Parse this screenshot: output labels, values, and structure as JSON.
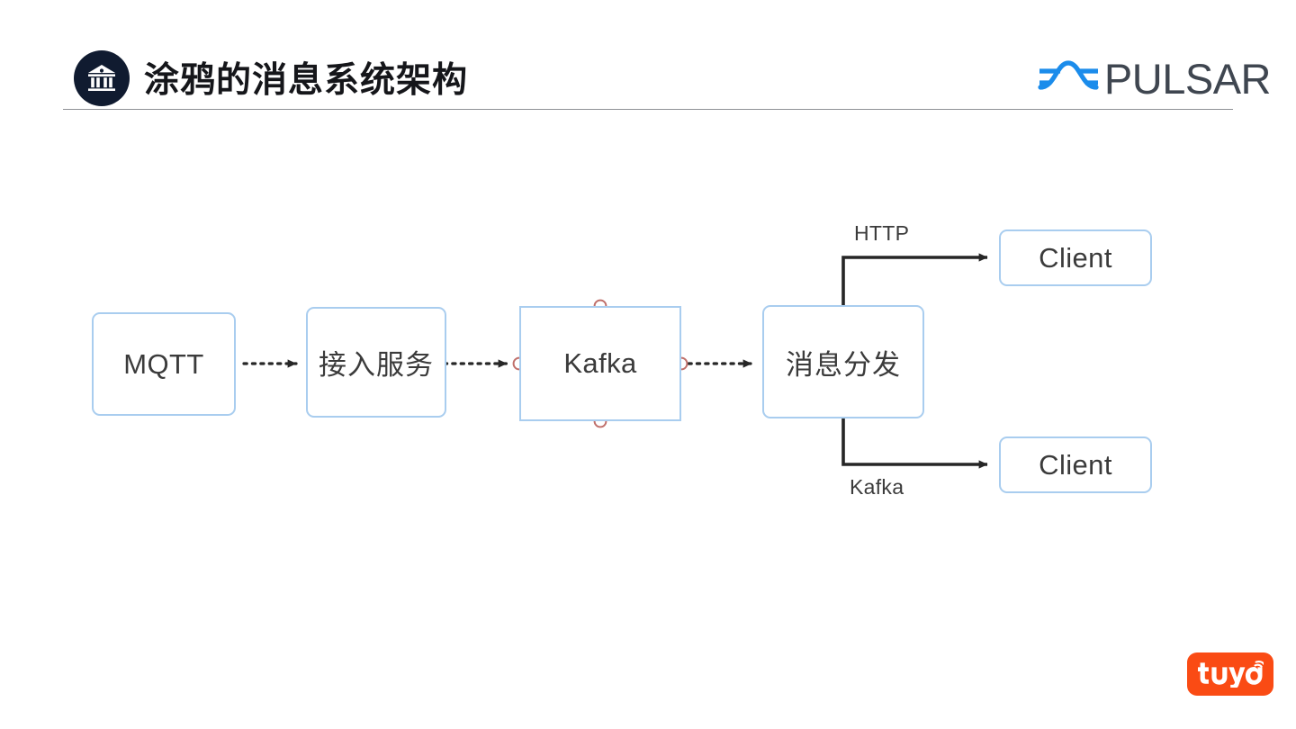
{
  "slide": {
    "title": "涂鸦的消息系统架构",
    "header_icon": "bank-icon",
    "background_color": "#ffffff",
    "rule_color": "#8e9196"
  },
  "brand": {
    "pulsar": {
      "wordmark": "PULSAR",
      "mark_icon": "pulsar-wave-icon",
      "mark_color": "#1b8ceb",
      "wordmark_color": "#3f4650"
    },
    "tuya": {
      "wordmark": "tuya",
      "icon": "tuya-logo-icon",
      "background_color": "#fa4b14",
      "text_color": "#ffffff"
    }
  },
  "diagram": {
    "type": "flow-diagram",
    "node_border_color": "#a9cdef",
    "node_fill_color": "#ffffff",
    "handle_color": "#c0706b",
    "edge_color": "#262626",
    "nodes": [
      {
        "id": "mqtt",
        "label": "MQTT",
        "shape": "rounded-rect",
        "script": "latin"
      },
      {
        "id": "access",
        "label": "接入服务",
        "shape": "rounded-rect",
        "script": "cjk"
      },
      {
        "id": "kafka",
        "label": "Kafka",
        "shape": "rect",
        "script": "latin",
        "selected": true
      },
      {
        "id": "dispatch",
        "label": "消息分发",
        "shape": "rounded-rect",
        "script": "cjk"
      },
      {
        "id": "client_top",
        "label": "Client",
        "shape": "rounded-rect",
        "script": "latin"
      },
      {
        "id": "client_bot",
        "label": "Client",
        "shape": "rounded-rect",
        "script": "latin"
      }
    ],
    "edges": [
      {
        "from": "mqtt",
        "to": "access",
        "style": "dotted",
        "label": ""
      },
      {
        "from": "access",
        "to": "kafka",
        "style": "dotted",
        "label": ""
      },
      {
        "from": "kafka",
        "to": "dispatch",
        "style": "dotted",
        "label": ""
      },
      {
        "from": "dispatch",
        "to": "client_top",
        "style": "solid-elbow",
        "label": "HTTP"
      },
      {
        "from": "dispatch",
        "to": "client_bot",
        "style": "solid-elbow",
        "label": "Kafka"
      }
    ],
    "edge_labels": {
      "http": "HTTP",
      "kafka": "Kafka"
    }
  }
}
